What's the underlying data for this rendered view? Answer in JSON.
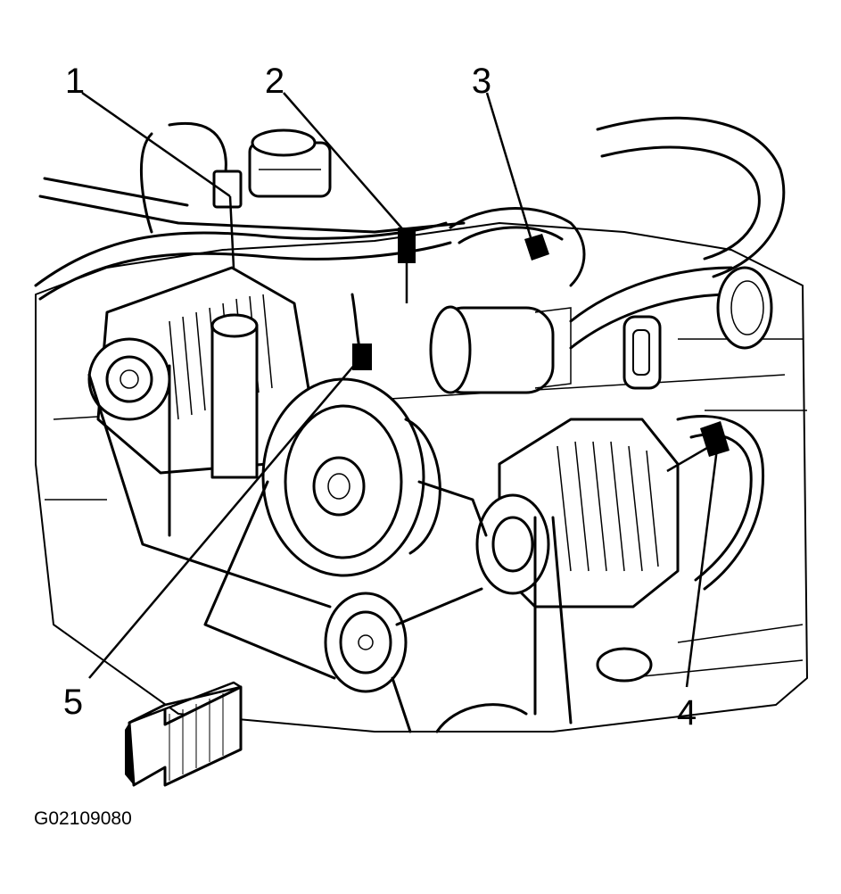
{
  "callouts": {
    "c1": "1",
    "c2": "2",
    "c3": "3",
    "c4": "4",
    "c5": "5"
  },
  "figure_id": "G02109080"
}
